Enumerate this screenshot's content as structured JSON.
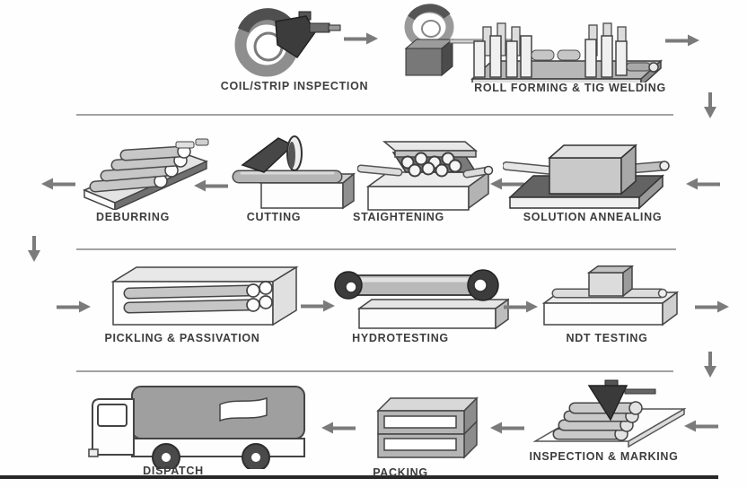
{
  "diagram": {
    "type": "process-flow",
    "description": "Tube manufacturing process flow",
    "stages": [
      {
        "id": "coil-strip-inspection",
        "label": "COIL/STRIP INSPECTION"
      },
      {
        "id": "roll-forming-tig-welding",
        "label": "ROLL FORMING & TIG WELDING"
      },
      {
        "id": "solution-annealing",
        "label": "SOLUTION ANNEALING"
      },
      {
        "id": "staightening",
        "label": "STAIGHTENING"
      },
      {
        "id": "cutting",
        "label": "CUTTING"
      },
      {
        "id": "deburring",
        "label": "DEBURRING"
      },
      {
        "id": "pickling-passivation",
        "label": "PICKLING & PASSIVATION"
      },
      {
        "id": "hydrotesting",
        "label": "HYDROTESTING"
      },
      {
        "id": "ndt-testing",
        "label": "NDT TESTING"
      },
      {
        "id": "inspection-marking",
        "label": "INSPECTION & MARKING"
      },
      {
        "id": "packing",
        "label": "PACKING"
      },
      {
        "id": "dispatch",
        "label": "DISPATCH"
      }
    ],
    "colors": {
      "label_text": "#3d3d3d",
      "arrow": "#7b7b7b",
      "divider": "#a2a2a2",
      "bottom_border": "#272727",
      "background": "#fefefe"
    }
  }
}
